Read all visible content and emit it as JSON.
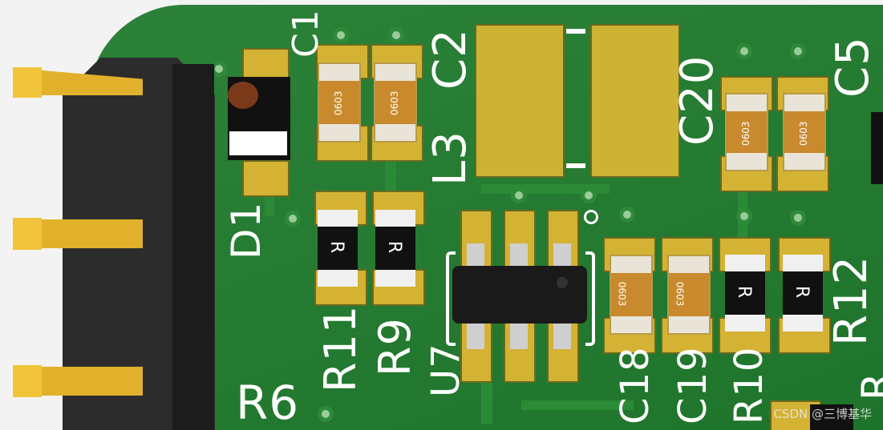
{
  "silkscreen": {
    "C1": "C1",
    "C2": "C2",
    "C20": "C20",
    "C5": "C5",
    "L3": "L3",
    "D1": "D1",
    "R11": "R11",
    "R9": "R9",
    "U7": "U7",
    "C18": "C18",
    "C19": "C19",
    "R10": "R10",
    "R12": "R12",
    "R6": "R6",
    "R_partial": "R"
  },
  "component_marks": {
    "cap_package": "0603",
    "resistor_mark": "R"
  },
  "watermark": "CSDN @三博基华",
  "colors": {
    "board_green": "#1f7a2c",
    "pad_gold": "#d4b233",
    "silk_white": "#ffffff",
    "cap_body": "#c88a2c",
    "header_black": "#2c2c2c"
  }
}
